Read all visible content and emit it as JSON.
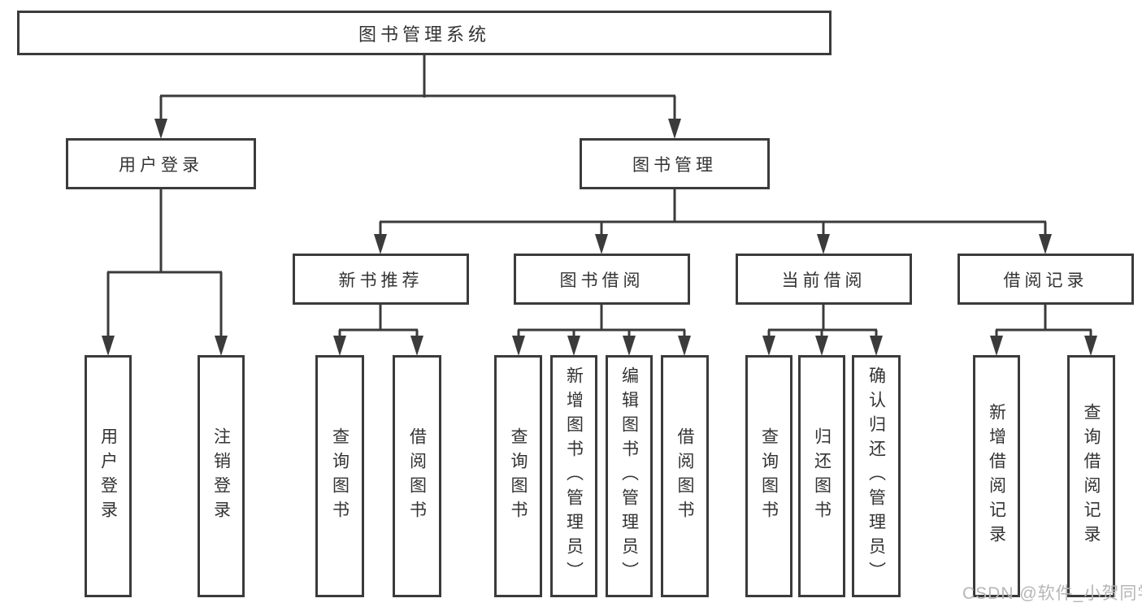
{
  "title": "图书管理系统",
  "tree": {
    "label": "图书管理系统",
    "children": [
      {
        "label": "用户登录",
        "children": [
          {
            "label": "用户登录"
          },
          {
            "label": "注销登录"
          }
        ]
      },
      {
        "label": "图书管理",
        "children": [
          {
            "label": "新书推荐",
            "children": [
              {
                "label": "查询图书"
              },
              {
                "label": "借阅图书"
              }
            ]
          },
          {
            "label": "图书借阅",
            "children": [
              {
                "label": "查询图书"
              },
              {
                "label": "新增图书（管理员）"
              },
              {
                "label": "编辑图书（管理员）"
              },
              {
                "label": "借阅图书"
              }
            ]
          },
          {
            "label": "当前借阅",
            "children": [
              {
                "label": "查询图书"
              },
              {
                "label": "归还图书"
              },
              {
                "label": "确认归还（管理员）"
              }
            ]
          },
          {
            "label": "借阅记录",
            "children": [
              {
                "label": "新增借阅记录"
              },
              {
                "label": "查询借阅记录"
              }
            ]
          }
        ]
      }
    ]
  },
  "watermark": "CSDN @软件_小贺同学",
  "colors": {
    "line": "#3b3b3b",
    "node_text": "#333333",
    "node_fill": "#ffffff",
    "watermark": "#b6b6b6",
    "background": "#ffffff"
  }
}
